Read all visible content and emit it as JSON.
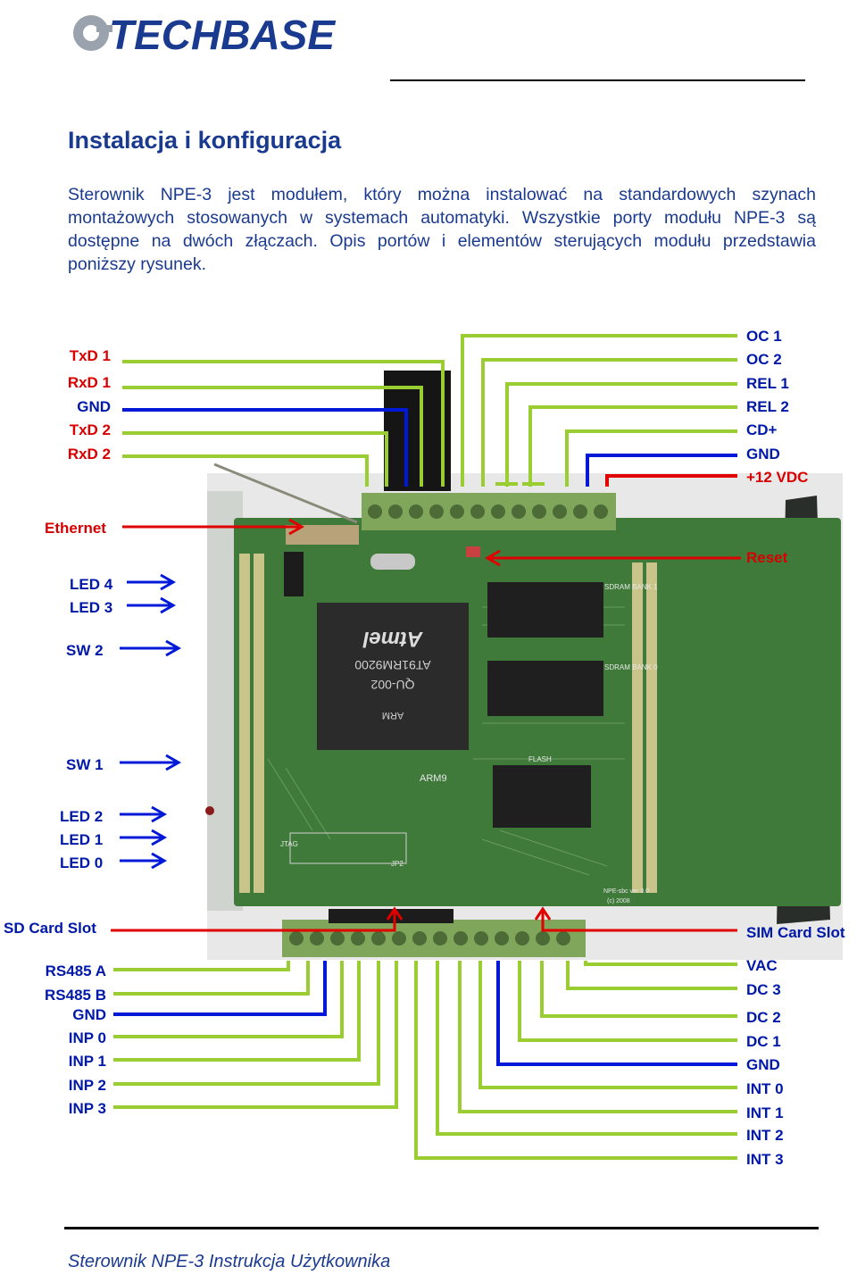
{
  "header": {
    "logo_text": "TECHBASE"
  },
  "title": "Instalacja i konfiguracja",
  "intro": "Sterownik NPE-3 jest modułem, który można instalować na standardowych szynach montażowych stosowanych w systemach automatyki. Wszystkie porty modułu NPE-3 są dostępne na dwóch złączach. Opis portów i elementów sterujących modułu przedstawia poniższy rysunek.",
  "board": {
    "chip_label": "AT91RM9200",
    "chip_sub": "QU-002",
    "chip_brand": "Atmel",
    "chip_arm": "ARM",
    "sdram1": "SDRAM BANK 1",
    "sdram0": "SDRAM BANK 0",
    "flash": "FLASH",
    "arm9": "ARM9",
    "jtag": "JTAG",
    "jp2": "JP2",
    "version": "NPE-sbc ver 3.0",
    "copyright": "(c) 2008"
  },
  "labels": {
    "top_left": [
      "TxD 1",
      "RxD 1",
      "GND",
      "TxD 2",
      "RxD 2"
    ],
    "top_right": [
      "OC 1",
      "OC 2",
      "REL 1",
      "REL 2",
      "CD+",
      "GND",
      "+12 VDC"
    ],
    "ethernet": "Ethernet",
    "reset": "Reset",
    "led4": "LED 4",
    "led3": "LED 3",
    "sw2": "SW 2",
    "sw1": "SW 1",
    "led2": "LED 2",
    "led1": "LED 1",
    "led0": "LED 0",
    "sd_card": "SD Card Slot",
    "sim_card": "SIM Card Slot",
    "bottom_left": [
      "RS485 A",
      "RS485 B",
      "GND",
      "INP 0",
      "INP 1",
      "INP 2",
      "INP 3"
    ],
    "bottom_right": [
      "VAC",
      "DC 3",
      "DC 2",
      "DC 1",
      "GND",
      "INT 0",
      "INT 1",
      "INT 2",
      "INT 3"
    ]
  },
  "colors": {
    "text_blue": "#1a3a8f",
    "label_blue": "#0018a8",
    "label_red": "#d80000",
    "wire_green": "#9acd32",
    "wire_blue": "#0018d8",
    "wire_red": "#e00000",
    "pcb_green": "#3f7a3a"
  },
  "footer": "Sterownik NPE-3 Instrukcja Użytkownika"
}
